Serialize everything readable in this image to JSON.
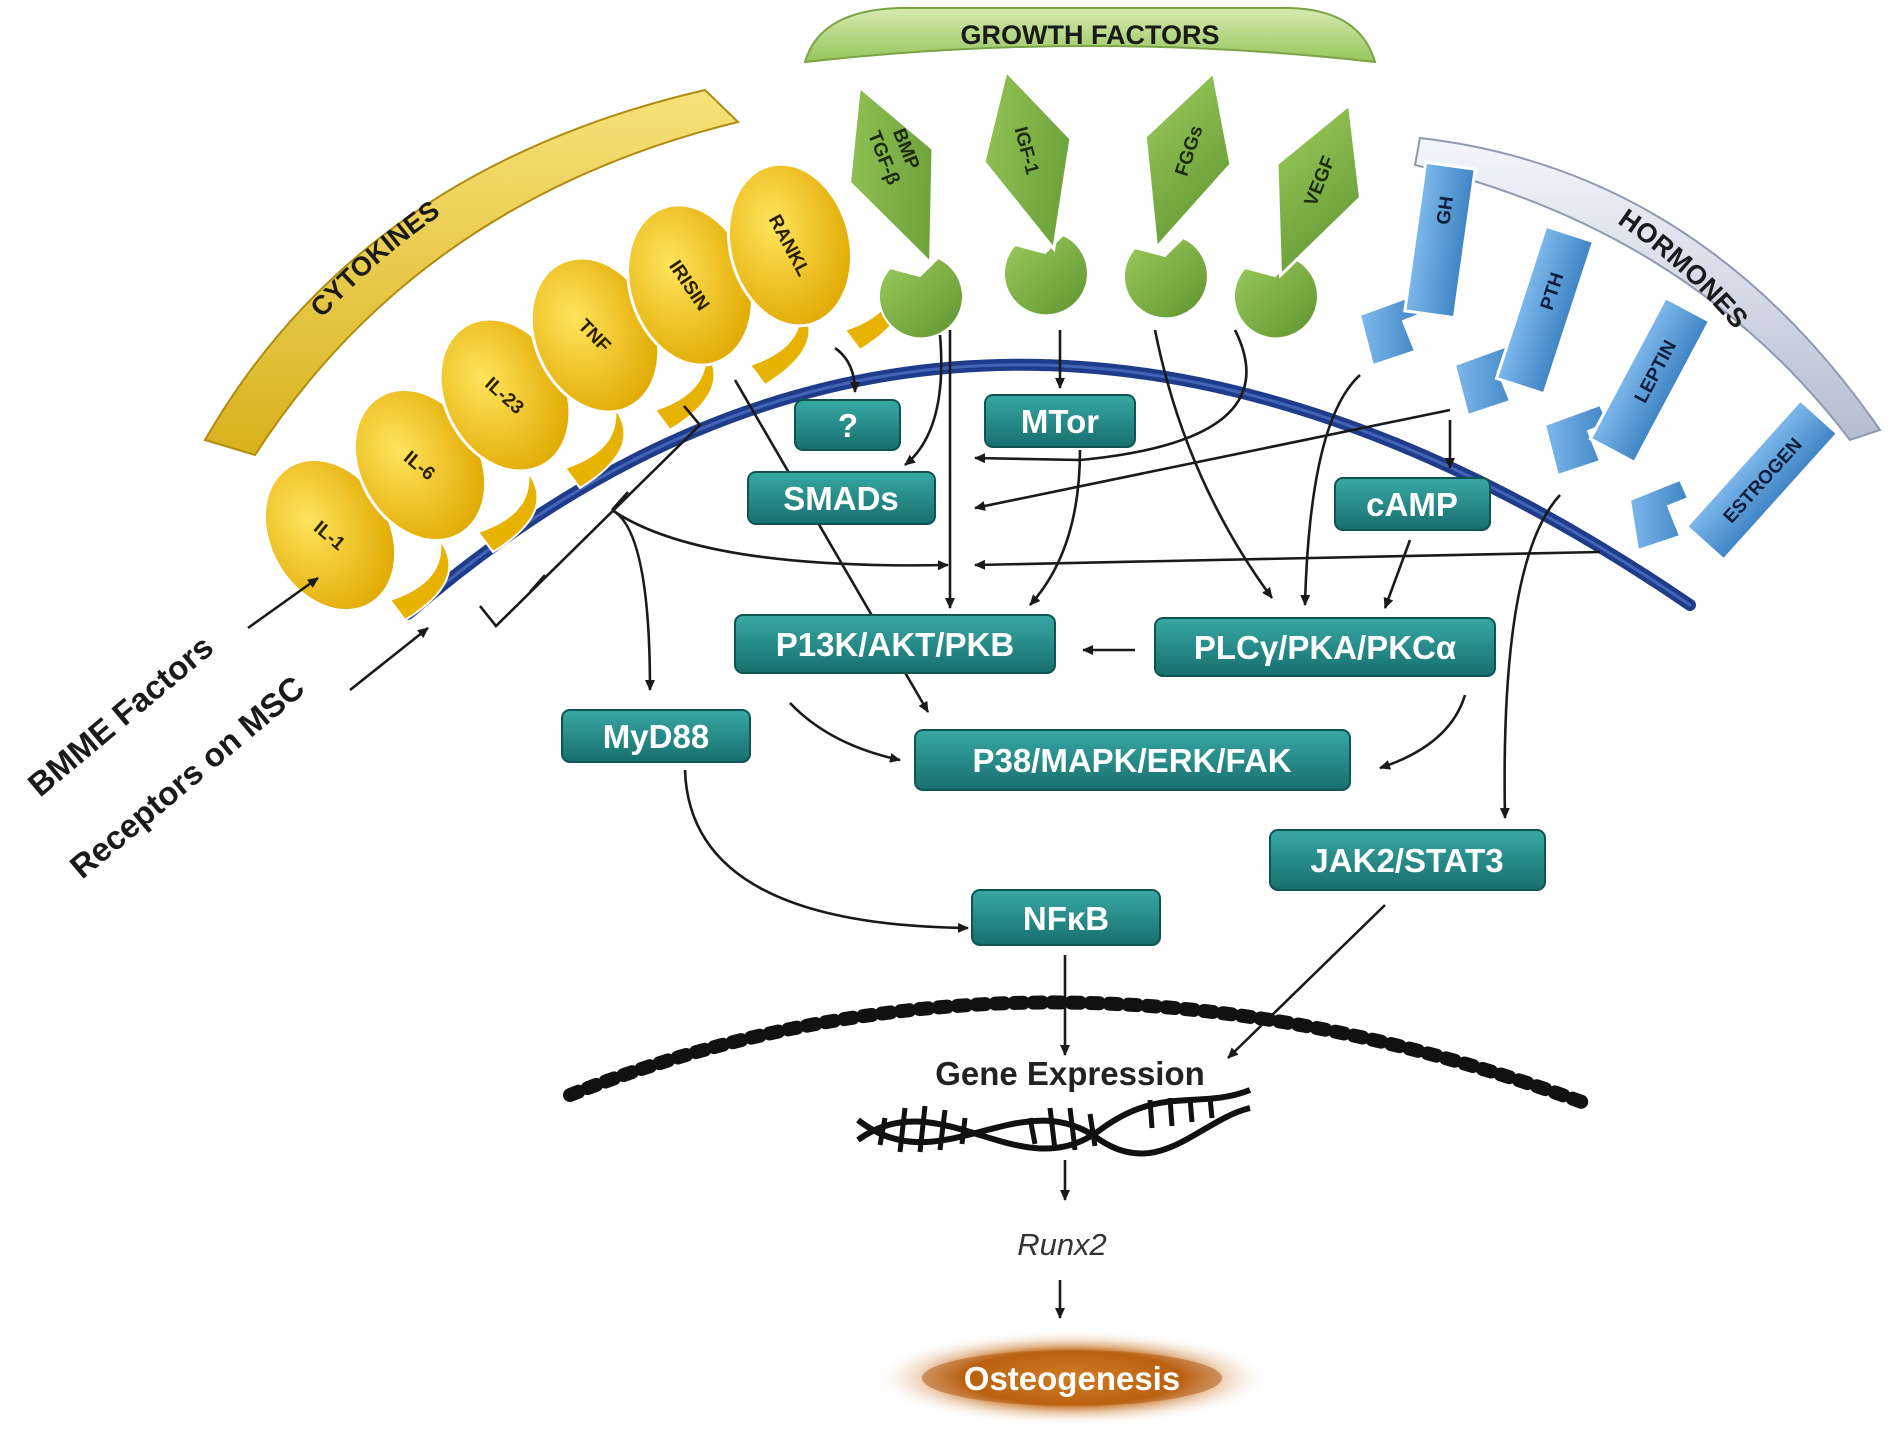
{
  "bands": {
    "cytokines": "CYTOKINES",
    "growth_factors": "GROWTH FACTORS",
    "hormones": "HORMONES"
  },
  "cytokines": [
    "IL-1",
    "IL-6",
    "IL-23",
    "TNF",
    "IRISIN",
    "RANKL"
  ],
  "growth_factors": [
    {
      "line1": "TGF-β",
      "line2": "BMP"
    },
    {
      "line1": "IGF-1",
      "line2": ""
    },
    {
      "line1": "FGGs",
      "line2": ""
    },
    {
      "line1": "VEGF",
      "line2": ""
    }
  ],
  "hormones": [
    "GH",
    "PTH",
    "LEPTIN",
    "ESTROGEN"
  ],
  "side_labels": {
    "bmme": "BMME Factors",
    "receptors": "Receptors on MSC"
  },
  "nodes": {
    "unknown": "?",
    "mtor": "MTor",
    "smads": "SMADs",
    "camp": "cAMP",
    "pi3k": "P13K/AKT/PKB",
    "plc": "PLCγ/PKA/PKCα",
    "myd88": "MyD88",
    "p38": "P38/MAPK/ERK/FAK",
    "jak": "JAK2/STAT3",
    "nfkb": "NFκB"
  },
  "nucleus": {
    "gene_expression": "Gene Expression",
    "runx2": "Runx2",
    "osteogenesis": "Osteogenesis"
  },
  "colors": {
    "node_fill": "#1e8a88",
    "membrane": "#1f3c8a",
    "cytokine": "#f2c20d",
    "growth_factor": "#7eb043",
    "hormone": "#5c9ed8"
  }
}
